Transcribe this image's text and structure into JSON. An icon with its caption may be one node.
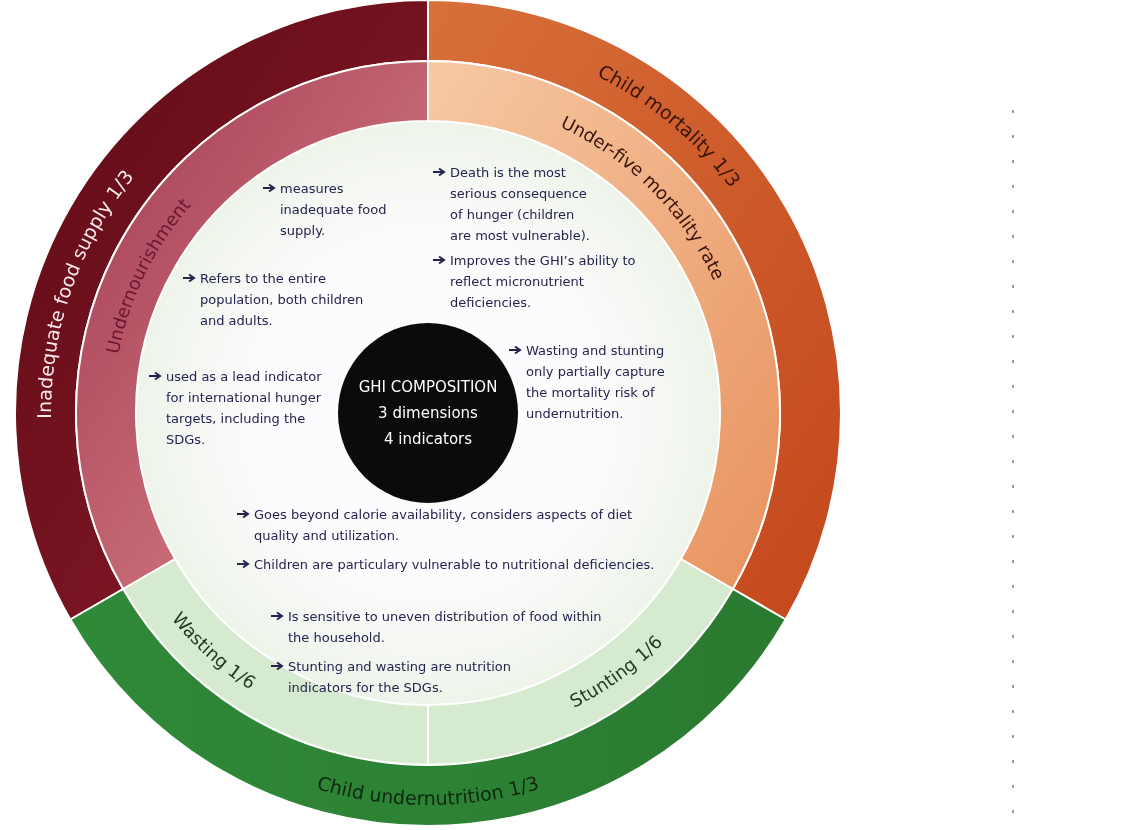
{
  "diagram": {
    "nodes": [
      {
        "text": [
          "Inadequate food supply 1/3"
        ]
      },
      {
        "text": [
          "Undernourishment"
        ]
      },
      {
        "text": [
          "Child mortality 1/3"
        ]
      },
      {
        "text": [
          "Under-five mortality rate"
        ]
      },
      {
        "text": [
          "GHI COMPOSITION",
          "3 dimensions",
          "4 indicators"
        ]
      },
      {
        "text": [
          "Wasting 1/6"
        ]
      },
      {
        "text": [
          "Stunting 1/6"
        ]
      },
      {
        "text": [
          "Child undernutrition 1/3"
        ]
      }
    ],
    "labels": [
      "measures inadequate food supply.",
      "Refers to the entire population, both children and adults.",
      "used as a lead indicator for international hunger targets, including the SDGs.",
      "Death is the most serious consequence of hunger (children are most vulnerable).",
      "Improves the GHI’s ability to reflect micronutrient deficiencies.",
      "Wasting and stunting only partially capture the mortality risk of undernutrition.",
      "Goes beyond calorie availability, considers aspects of diet quality and utilization.",
      "Children are particulary vulnerable to nutritional deficiencies.",
      "Is sensitive to uneven distribution of food within the household.",
      "Stunting and wasting are nutrition indicators for the SDGs."
    ]
  }
}
